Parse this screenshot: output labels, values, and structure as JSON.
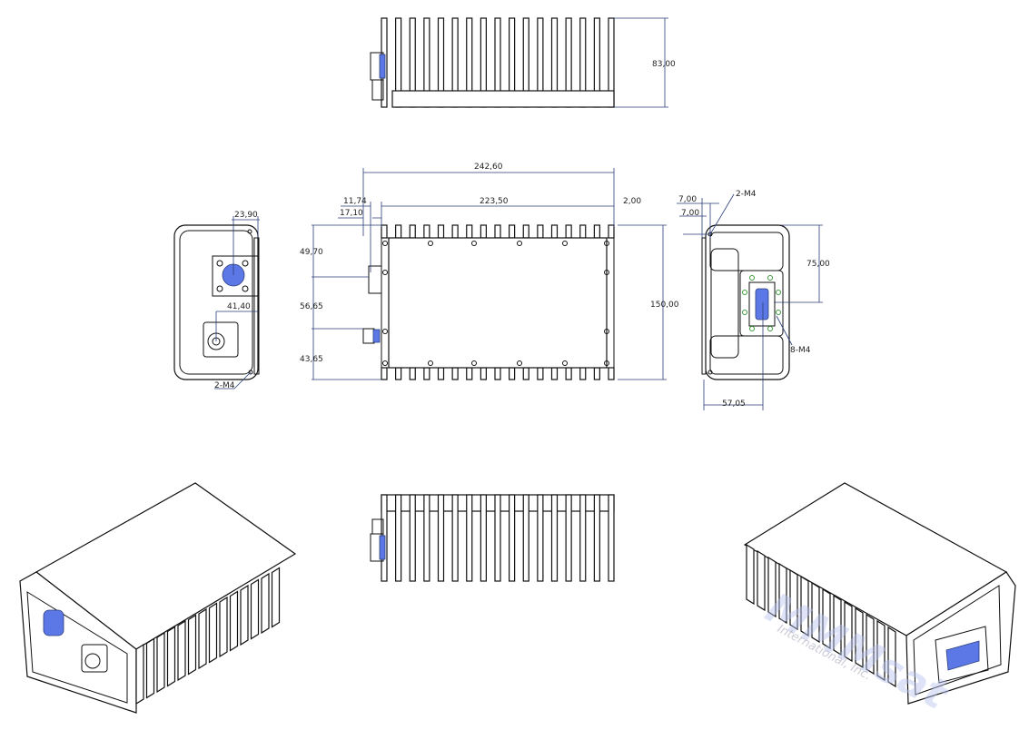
{
  "dimensions": {
    "top_view_height": "83,00",
    "overall_length": "242,60",
    "body_length": "223,50",
    "right_offset": "2,00",
    "left_offset_1": "11,74",
    "left_offset_2": "17,10",
    "height_seg_1": "49,70",
    "height_seg_2": "56,65",
    "height_seg_3": "43,65",
    "overall_height": "150,00",
    "connector_offset_1": "23,90",
    "connector_offset_2": "41,40",
    "left_hole_label": "2-M4",
    "right_hole_offset_x": "7,00",
    "right_hole_offset_y": "7,00",
    "right_hole_label": "2-M4",
    "flange_hole_label": "8-M4",
    "flange_height": "75,00",
    "flange_width": "57,05"
  },
  "watermark": {
    "tagline": "International, Inc."
  },
  "colors": {
    "connector": "#5b78e6",
    "dimension_line": "#2b3f7a",
    "flange_holes": "#3a9a3a"
  }
}
